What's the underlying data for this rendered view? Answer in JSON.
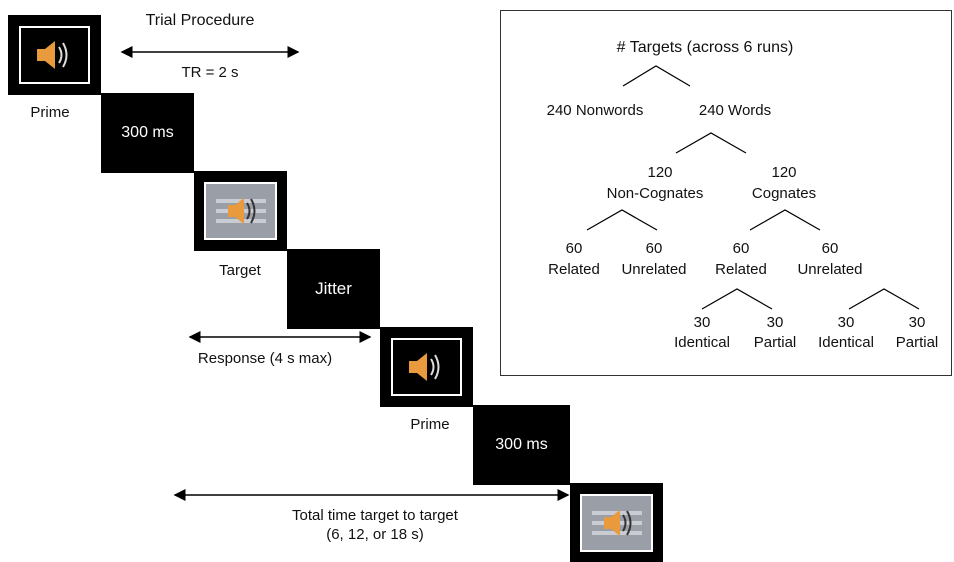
{
  "procedure": {
    "title": "Trial Procedure",
    "tr_label": "TR = 2 s",
    "prime1_label": "Prime",
    "isi1_text": "300 ms",
    "target_label": "Target",
    "jitter_text": "Jitter",
    "response_label": "Response (4 s max)",
    "prime2_label": "Prime",
    "isi2_text": "300 ms",
    "total_line1": "Total time target to target",
    "total_line2": "(6, 12, or 18 s)"
  },
  "tree": {
    "root": "# Targets (across 6 runs)",
    "nonwords": "240 Nonwords",
    "words": "240 Words",
    "noncog_n": "120",
    "noncog": "Non-Cognates",
    "cog_n": "120",
    "cog": "Cognates",
    "nc_rel_n": "60",
    "nc_rel": "Related",
    "nc_unrel_n": "60",
    "nc_unrel": "Unrelated",
    "c_rel_n": "60",
    "c_rel": "Related",
    "c_unrel_n": "60",
    "c_unrel": "Unrelated",
    "cr_ident_n": "30",
    "cr_ident": "Identical",
    "cr_part_n": "30",
    "cr_part": "Partial",
    "cu_ident_n": "30",
    "cu_ident": "Identical",
    "cu_part_n": "30",
    "cu_part": "Partial"
  },
  "colors": {
    "speaker": "#e89a3c",
    "screen_bg": "#000000",
    "target_bg": "#9a9ea6"
  }
}
